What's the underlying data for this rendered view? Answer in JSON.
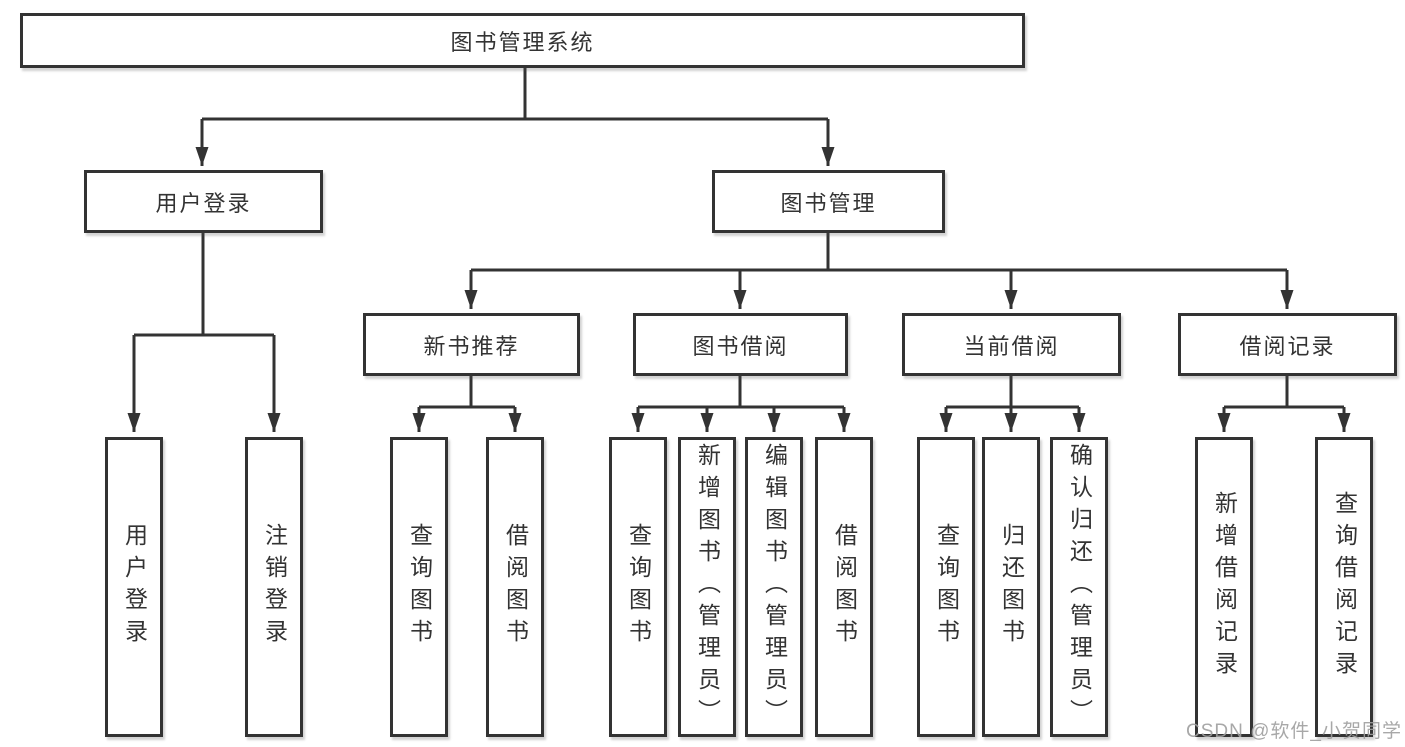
{
  "title": "图书管理系统",
  "watermark": "CSDN @软件_小贺同学",
  "colors": {
    "line": "#333333",
    "box_border": "#333333",
    "text": "#333333",
    "watermark": "#9e9e9e",
    "background": "#ffffff"
  },
  "tree": {
    "root": {
      "label": "图书管理系统"
    },
    "branches": [
      {
        "label": "用户登录",
        "children": [
          {
            "label": "用户登录"
          },
          {
            "label": "注销登录"
          }
        ]
      },
      {
        "label": "图书管理",
        "sections": [
          {
            "label": "新书推荐",
            "children": [
              {
                "label": "查询图书"
              },
              {
                "label": "借阅图书"
              }
            ]
          },
          {
            "label": "图书借阅",
            "children": [
              {
                "label": "查询图书"
              },
              {
                "label": "新增图书（管理员）"
              },
              {
                "label": "编辑图书（管理员）"
              },
              {
                "label": "借阅图书"
              }
            ]
          },
          {
            "label": "当前借阅",
            "children": [
              {
                "label": "查询图书"
              },
              {
                "label": "归还图书"
              },
              {
                "label": "确认归还（管理员）"
              }
            ]
          },
          {
            "label": "借阅记录",
            "children": [
              {
                "label": "新增借阅记录"
              },
              {
                "label": "查询借阅记录"
              }
            ]
          }
        ]
      }
    ]
  }
}
